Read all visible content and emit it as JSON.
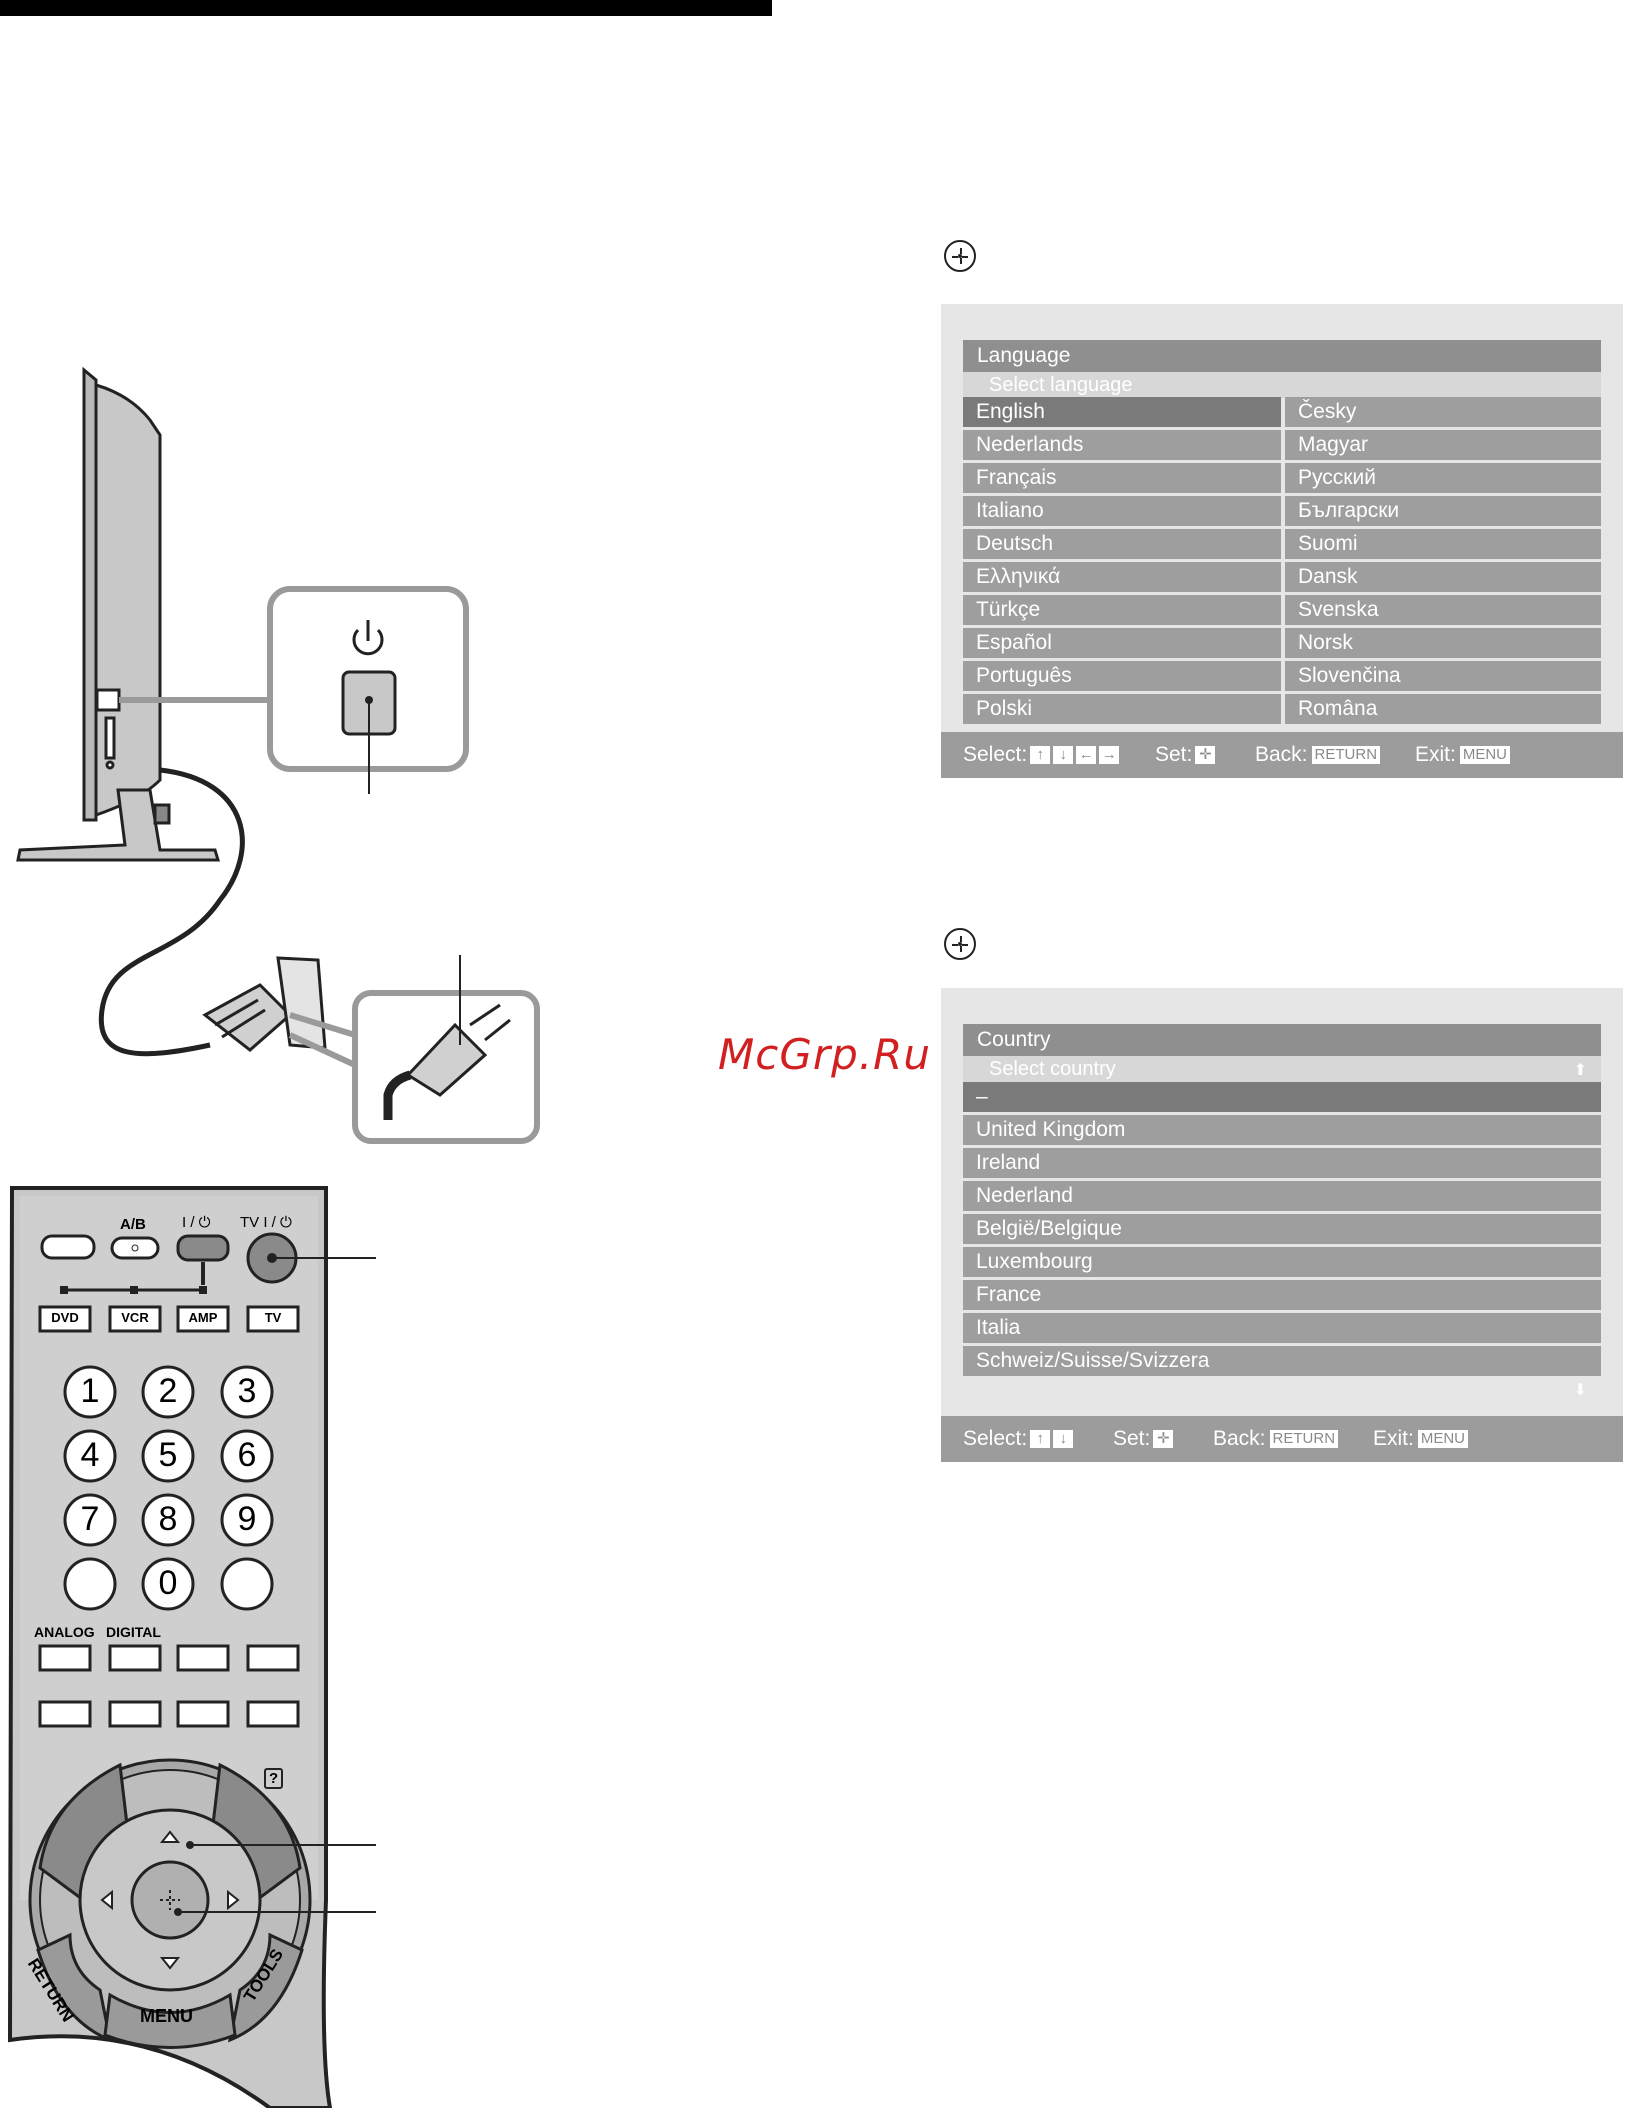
{
  "watermark": "McGrp.Ru",
  "language_menu": {
    "title": "Language",
    "subtitle": "Select language",
    "left": [
      "English",
      "Nederlands",
      "Français",
      "Italiano",
      "Deutsch",
      "Ελληνικά",
      "Türkçe",
      "Español",
      "Português",
      "Polski"
    ],
    "right": [
      "Česky",
      "Magyar",
      "Русский",
      "Български",
      "Suomi",
      "Dansk",
      "Svenska",
      "Norsk",
      "Slovenčina",
      "Româna"
    ],
    "selected": "English",
    "footer": {
      "select": "Select:",
      "set": "Set:",
      "back": "Back:",
      "back_key": "RETURN",
      "exit": "Exit:",
      "exit_key": "MENU"
    }
  },
  "country_menu": {
    "title": "Country",
    "subtitle": "Select country",
    "items": [
      "–",
      "United Kingdom",
      "Ireland",
      "Nederland",
      "België/Belgique",
      "Luxembourg",
      "France",
      "Italia",
      "Schweiz/Suisse/Svizzera"
    ],
    "selected": "–",
    "footer": {
      "select": "Select:",
      "set": "Set:",
      "back": "Back:",
      "back_key": "RETURN",
      "exit": "Exit:",
      "exit_key": "MENU"
    }
  },
  "remote": {
    "top_labels": [
      "A/B",
      "I / ⏻",
      "TV I / ⏻"
    ],
    "source_buttons": [
      "DVD",
      "VCR",
      "AMP",
      "TV"
    ],
    "digits": [
      "1",
      "2",
      "3",
      "4",
      "5",
      "6",
      "7",
      "8",
      "9",
      "0"
    ],
    "mode_labels": [
      "ANALOG",
      "DIGITAL"
    ],
    "menu_label": "MENU",
    "return_label": "RETURN",
    "tools_label": "TOOLS",
    "help_label": "?"
  },
  "icons": [
    "power-icon",
    "joystick-ok-icon",
    "plug-icon",
    "wall-socket-icon"
  ]
}
